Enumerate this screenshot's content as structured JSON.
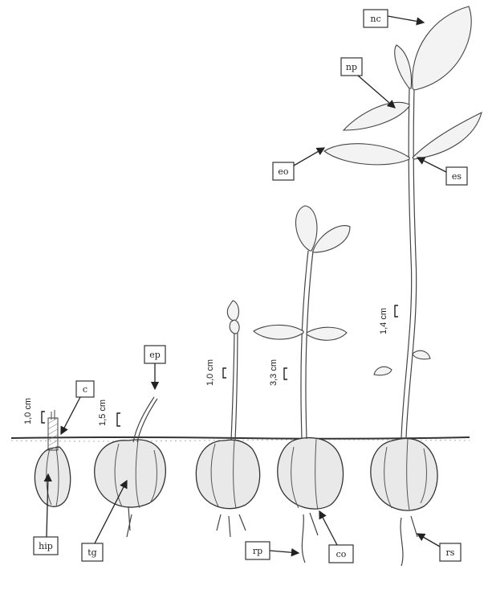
{
  "labels": {
    "c": "c",
    "hip": "hip",
    "tg": "tg",
    "ep": "ep",
    "rp": "rp",
    "co": "co",
    "rs": "rs",
    "eo": "eo",
    "es": "es",
    "np": "np",
    "nc": "nc"
  },
  "scales": {
    "s1": "1,0 cm",
    "s2": "1,5 cm",
    "s3": "1,0 cm",
    "s4": "3,3 cm",
    "s5": "1,4 cm"
  }
}
